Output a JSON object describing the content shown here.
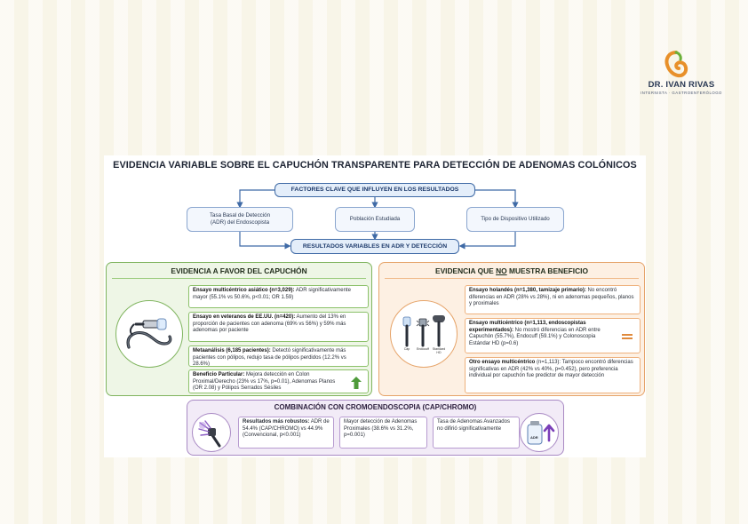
{
  "logo": {
    "name": "DR. IVAN RIVAS",
    "subtitle": "INTERNISTA · GASTROENTERÓLOGO"
  },
  "title": "EVIDENCIA VARIABLE SOBRE EL CAPUCHÓN TRANSPARENTE PARA DETECCIÓN DE ADENOMAS COLÓNICOS",
  "factors": {
    "header": "FACTORES CLAVE QUE INFLUYEN EN LOS RESULTADOS",
    "items": [
      {
        "line1": "Tasa Basal de Detección",
        "line2": "(ADR) del Endoscopista"
      },
      {
        "line1": "Población Estudiada"
      },
      {
        "line1": "Tipo de Dispositivo Utilizado"
      }
    ],
    "results": "RESULTADOS VARIABLES EN ADR Y DETECCIÓN"
  },
  "favor": {
    "title": "EVIDENCIA A FAVOR DEL CAPUCHÓN",
    "entries": [
      {
        "bold": "Ensayo multicéntrico asiático (n=3,029):",
        "text": " ADR significativamente mayor (55.1% vs 50.6%, p<0.01; OR 1.59)"
      },
      {
        "bold": "Ensayo en veteranos de EE.UU. (n=420):",
        "text": " Aumento del 13% en proporción de pacientes con adenoma (69% vs 56%) y 59% más adenomas por paciente"
      },
      {
        "bold": "Metaanálisis (6,185 pacientes):",
        "text": " Detectó significativamente más pacientes con pólipos, redujo tasa de pólipos perdidos (12.2% vs 28.6%)"
      },
      {
        "bold": "Beneficio Particular:",
        "text": " Mejora detección en Colon Proximal/Derecho (23% vs 17%, p=0.01), Adenomas Planos (OR 2.08) y Pólipos Serrados Sésiles"
      }
    ]
  },
  "no_benefit": {
    "title_before": "EVIDENCIA QUE ",
    "title_underlined": "NO",
    "title_after": " MUESTRA BENEFICIO",
    "device_labels": [
      "Cap",
      "Endocuff",
      "Standard HD"
    ],
    "entries": [
      {
        "bold": "Ensayo holandés (n=1,380, tamizaje primario):",
        "text": " No encontró diferencias en ADR (28% vs 28%), ni en adenomas pequeños, planos y proximales"
      },
      {
        "bold": "Ensayo multicéntrico (n=1,113, endoscopistas experimentados):",
        "text": " No mostró diferencias en ADR entre Capuchón (55.7%), Endocuff (59.1%) y Colonoscopia Estándar HD (p=0.6)"
      },
      {
        "bold": "Otro ensayo multicéntrico",
        "text": " (n=1,113): Tampoco encontró diferencias significativas en ADR (42% vs 40%, p=0.452), pero preferencia individual por capuchón fue predictor de mayor detección"
      }
    ]
  },
  "combination": {
    "title": "COMBINACIÓN CON CROMOENDOSCOPIA (CAP/CHROMO)",
    "entries": [
      {
        "bold": "Resultados más robustos:",
        "text": " ADR de 54.4% (CAP/CHROMO) vs 44.9% (Convencional, p<0.001)"
      },
      {
        "bold": "",
        "text": "Mayor detección de Adenomas Proximales (38.6% vs 31.2%, p=0.001)"
      },
      {
        "bold": "",
        "text": "Tasa de Adenomas Avanzados no difirió significativamente"
      }
    ],
    "adr_label": "ADR"
  },
  "colors": {
    "blue": "#3f6aa6",
    "green": "#7fb45e",
    "orange": "#e6a46a",
    "purple": "#a98ac4"
  }
}
